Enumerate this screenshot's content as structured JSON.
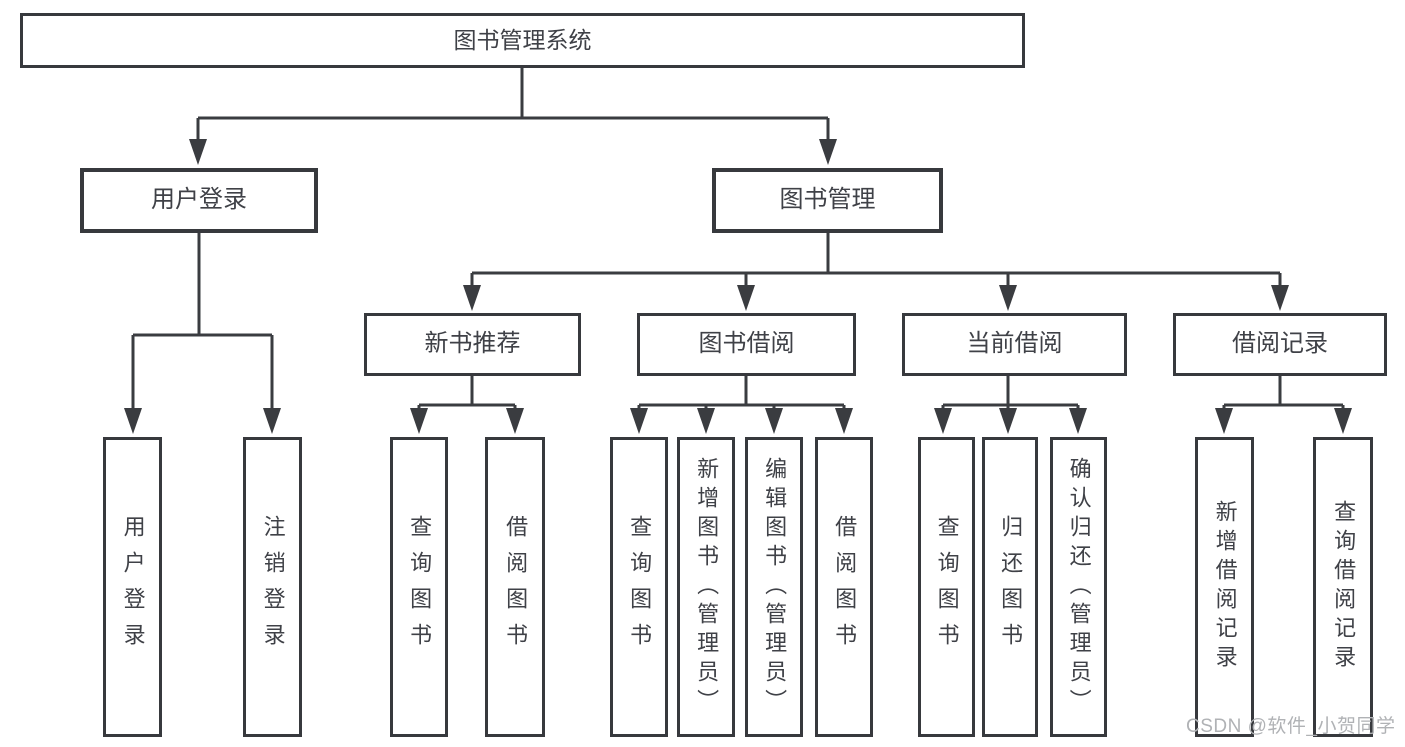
{
  "diagram": {
    "root": {
      "label": "图书管理系统"
    },
    "level2": [
      {
        "label": "用户登录"
      },
      {
        "label": "图书管理"
      }
    ],
    "level3": [
      {
        "label": "新书推荐",
        "parent": "图书管理"
      },
      {
        "label": "图书借阅",
        "parent": "图书管理"
      },
      {
        "label": "当前借阅",
        "parent": "图书管理"
      },
      {
        "label": "借阅记录",
        "parent": "图书管理"
      }
    ],
    "leaves": [
      {
        "label": "用户登录",
        "parent": "用户登录"
      },
      {
        "label": "注销登录",
        "parent": "用户登录"
      },
      {
        "label": "查询图书",
        "parent": "新书推荐"
      },
      {
        "label": "借阅图书",
        "parent": "新书推荐"
      },
      {
        "label": "查询图书",
        "parent": "图书借阅"
      },
      {
        "label": "新增图书（管理员）",
        "parent": "图书借阅"
      },
      {
        "label": "编辑图书（管理员）",
        "parent": "图书借阅"
      },
      {
        "label": "借阅图书",
        "parent": "图书借阅"
      },
      {
        "label": "查询图书",
        "parent": "当前借阅"
      },
      {
        "label": "归还图书",
        "parent": "当前借阅"
      },
      {
        "label": "确认归还（管理员）",
        "parent": "当前借阅"
      },
      {
        "label": "新增借阅记录",
        "parent": "借阅记录"
      },
      {
        "label": "查询借阅记录",
        "parent": "借阅记录"
      }
    ]
  },
  "watermark": {
    "text": "CSDN @软件_小贺同学"
  },
  "colors": {
    "line": "#3a3c40",
    "box_border": "#37393d",
    "text": "#3f4147",
    "watermark": "#b0b2b5",
    "background": "#ffffff"
  }
}
